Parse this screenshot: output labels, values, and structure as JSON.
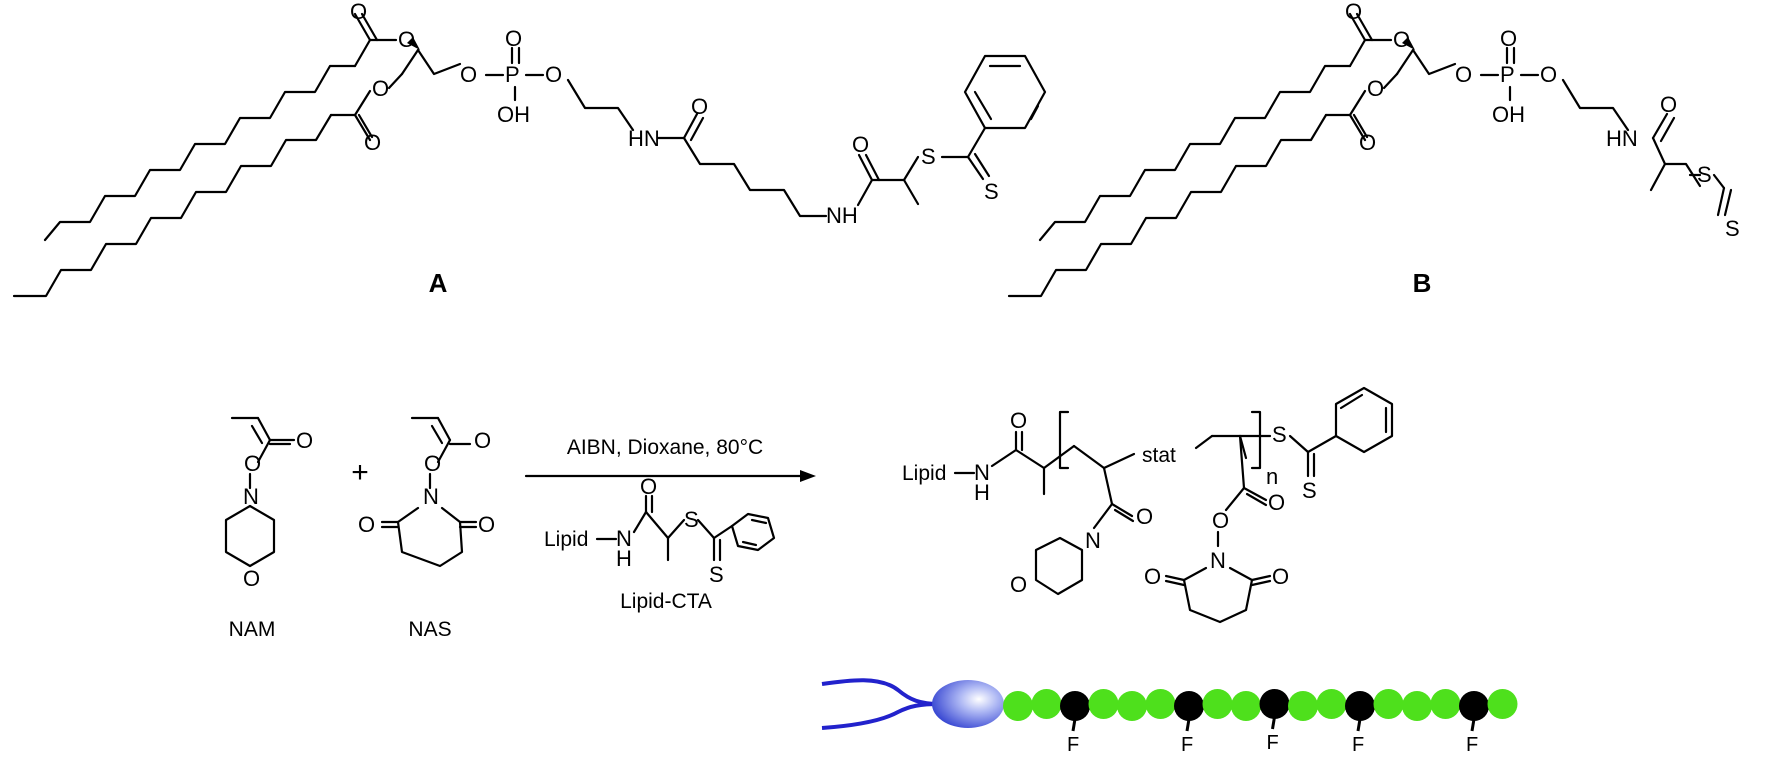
{
  "structure_a": {
    "label": "A",
    "atoms": {
      "o1": "O",
      "o2": "O",
      "o3": "O",
      "o4": "O",
      "o5": "O",
      "o6": "O",
      "o7": "O",
      "p": "P",
      "oh": "OH",
      "hn": "HN",
      "o8": "O",
      "o9": "O",
      "nh": "NH",
      "s1": "S",
      "s2": "S"
    }
  },
  "structure_b": {
    "label": "B",
    "atoms": {
      "o1": "O",
      "o2": "O",
      "o3": "O",
      "o4": "O",
      "o5": "O",
      "o6": "O",
      "o7": "O",
      "p": "P",
      "oh": "OH",
      "hn": "HN",
      "o8": "O",
      "s1": "S",
      "s2": "S"
    }
  },
  "reaction": {
    "plus": "+",
    "conditions": "AIBN, Dioxane, 80°C",
    "cta_label": "Lipid-CTA",
    "nam": {
      "label": "NAM",
      "atoms": {
        "o1": "O",
        "o2": "O",
        "n": "N",
        "o3": "O"
      }
    },
    "nas": {
      "label": "NAS",
      "atoms": {
        "o1": "O",
        "o2": "O",
        "n": "N",
        "o3": "O",
        "o4": "O"
      }
    },
    "cta": {
      "atoms": {
        "lipid": "Lipid",
        "n": "N",
        "h": "H",
        "o": "O",
        "s1": "S",
        "s2": "S"
      }
    },
    "product": {
      "atoms": {
        "lipid": "Lipid",
        "n": "N",
        "h": "H",
        "o1": "O",
        "stat": "stat",
        "n_sub": "n",
        "s1": "S",
        "s2": "S",
        "o2": "O",
        "n2": "N",
        "o3": "O",
        "o4": "O",
        "o5": "O",
        "n3": "N",
        "o6": "O",
        "o7": "O"
      }
    }
  },
  "cartoon": {
    "head_color": "#2d3fd0",
    "tail_color": "#2222cc",
    "green": "#4ee01c",
    "black": "#000000",
    "bead_sequence": [
      "g",
      "g",
      "b",
      "g",
      "g",
      "g",
      "b",
      "g",
      "g",
      "b",
      "g",
      "g",
      "b",
      "g",
      "g",
      "g",
      "b",
      "g"
    ],
    "f_label": "F"
  }
}
